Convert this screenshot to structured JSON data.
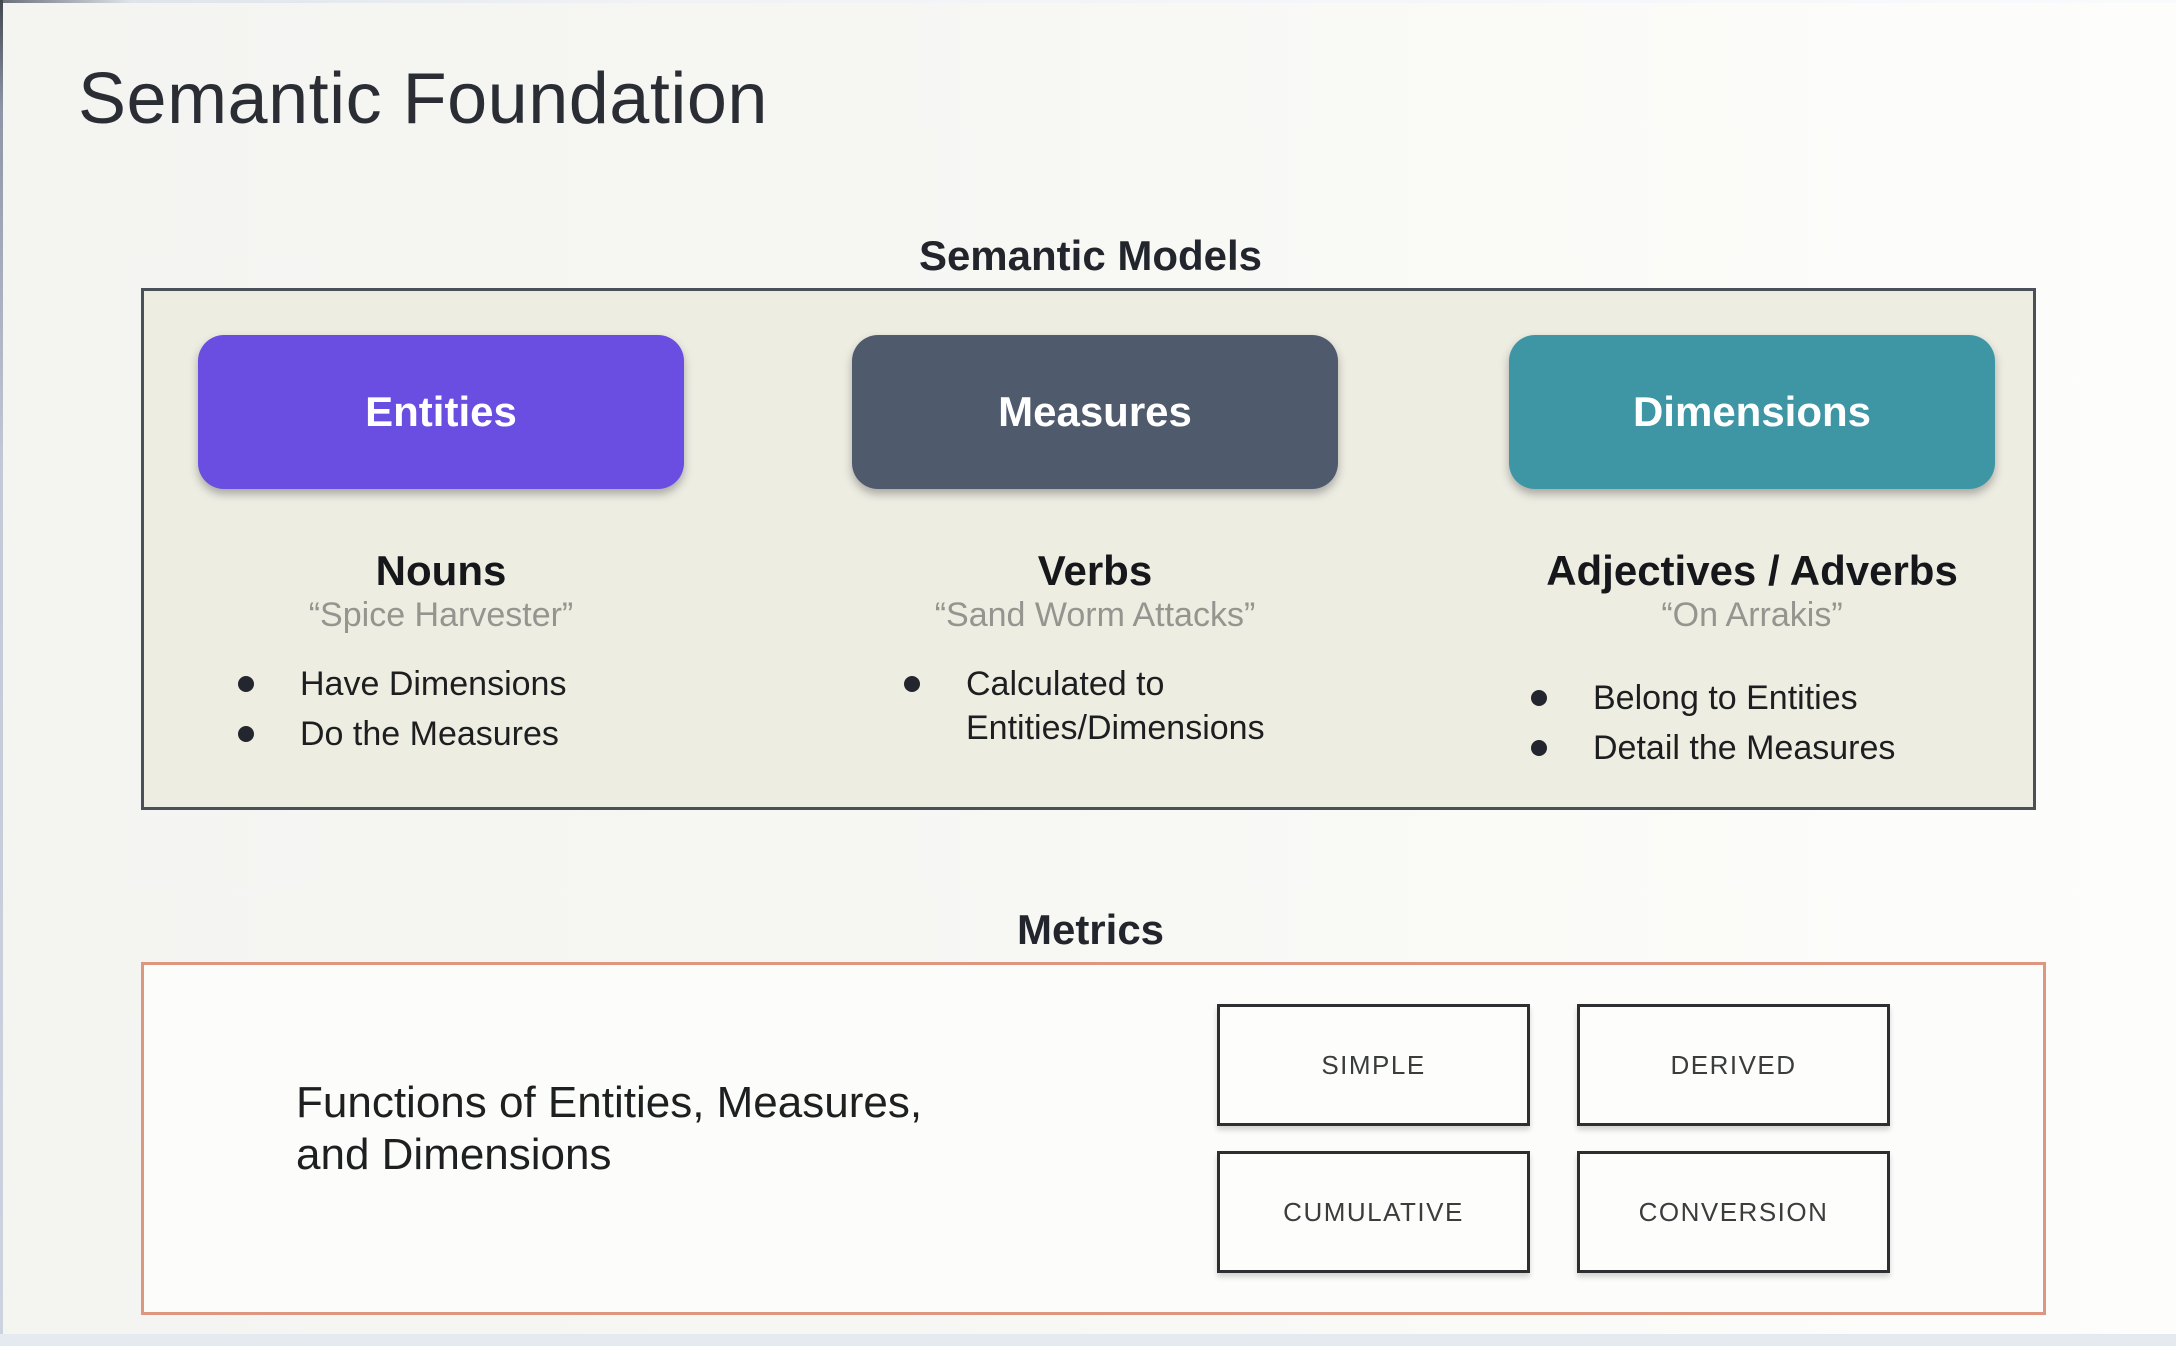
{
  "page": {
    "title": "Semantic Foundation"
  },
  "semantic_models": {
    "heading": "Semantic Models",
    "panel_bg": "#eeede2",
    "columns": [
      {
        "pill": "Entities",
        "pill_color": "#6a4ee1",
        "subheading": "Nouns",
        "quote": "“Spice Harvester”",
        "bullets": [
          "Have Dimensions",
          "Do the Measures"
        ]
      },
      {
        "pill": "Measures",
        "pill_color": "#4f5b6d",
        "subheading": "Verbs",
        "quote": "“Sand Worm Attacks”",
        "bullets": [
          "Calculated to Entities/Dimensions"
        ]
      },
      {
        "pill": "Dimensions",
        "pill_color": "#3e96a5",
        "subheading": "Adjectives / Adverbs",
        "quote": "“On Arrakis”",
        "bullets": [
          "Belong to Entities",
          "Detail the Measures"
        ]
      }
    ]
  },
  "metrics": {
    "heading": "Metrics",
    "border_color": "#dd967f",
    "description_line1": "Functions of Entities, Measures,",
    "description_line2": "and Dimensions",
    "types": [
      "SIMPLE",
      "DERIVED",
      "CUMULATIVE",
      "CONVERSION"
    ]
  }
}
